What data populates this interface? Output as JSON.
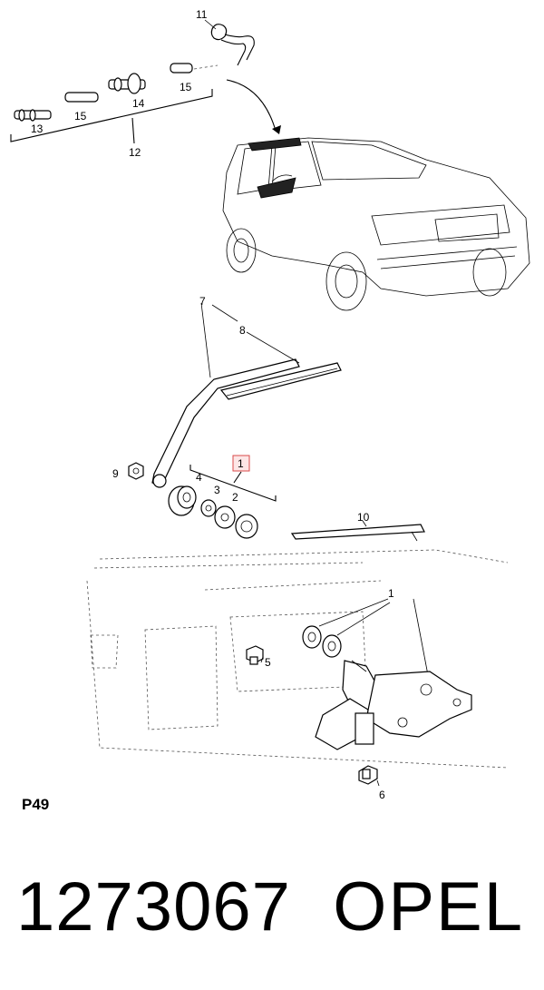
{
  "callouts": {
    "c1_top": "1",
    "c1_bottom": "1",
    "c2": "2",
    "c3": "3",
    "c4": "4",
    "c5": "5",
    "c6": "6",
    "c7": "7",
    "c8": "8",
    "c9": "9",
    "c10": "10",
    "c11": "11",
    "c12": "12",
    "c13": "13",
    "c14": "14",
    "c15a": "15",
    "c15b": "15"
  },
  "highlight_color": "#d94a4a",
  "page_code": "P49",
  "footer": {
    "part_number": "1273067",
    "brand": "OPEL"
  }
}
